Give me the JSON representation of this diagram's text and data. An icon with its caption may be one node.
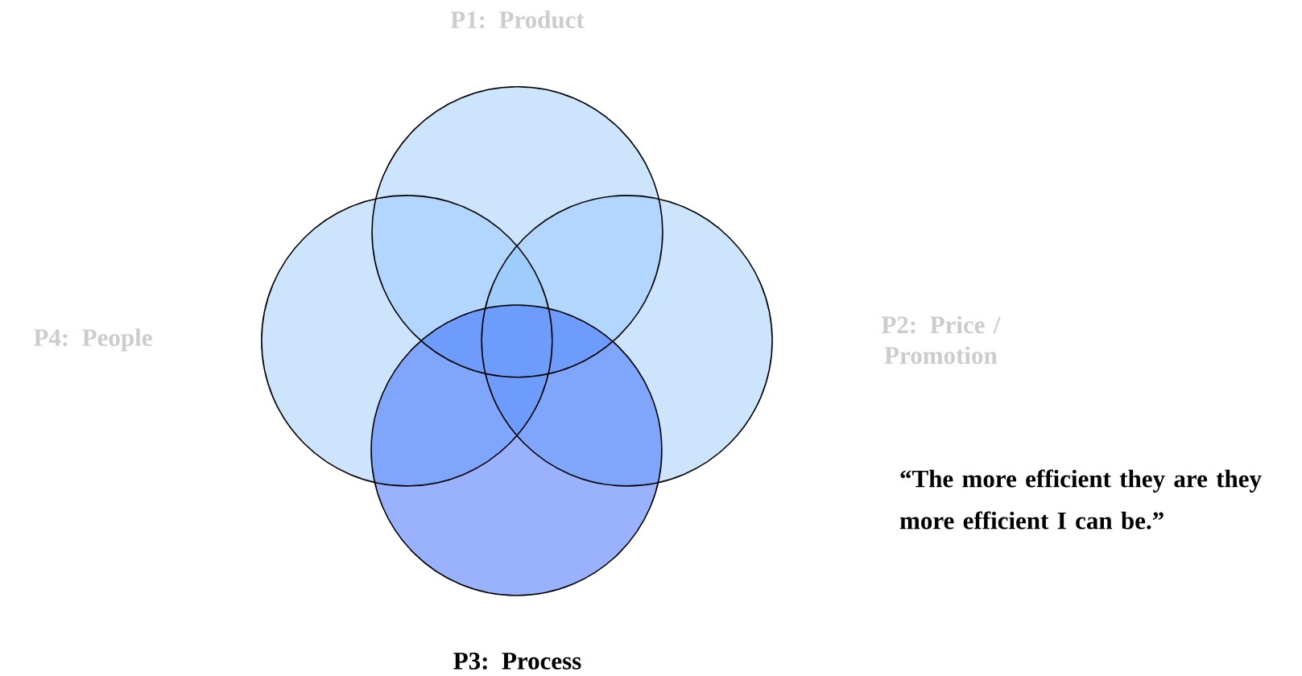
{
  "diagram": {
    "nodes": [
      {
        "text": [
          "P1: Product"
        ]
      },
      {
        "text": [
          "P2: Price / Promotion"
        ]
      },
      {
        "text": [
          "P3: Process"
        ]
      },
      {
        "text": [
          "P4: People"
        ]
      }
    ],
    "labels": [
      "“The more efficient they are they more efficient I can be.”"
    ]
  }
}
